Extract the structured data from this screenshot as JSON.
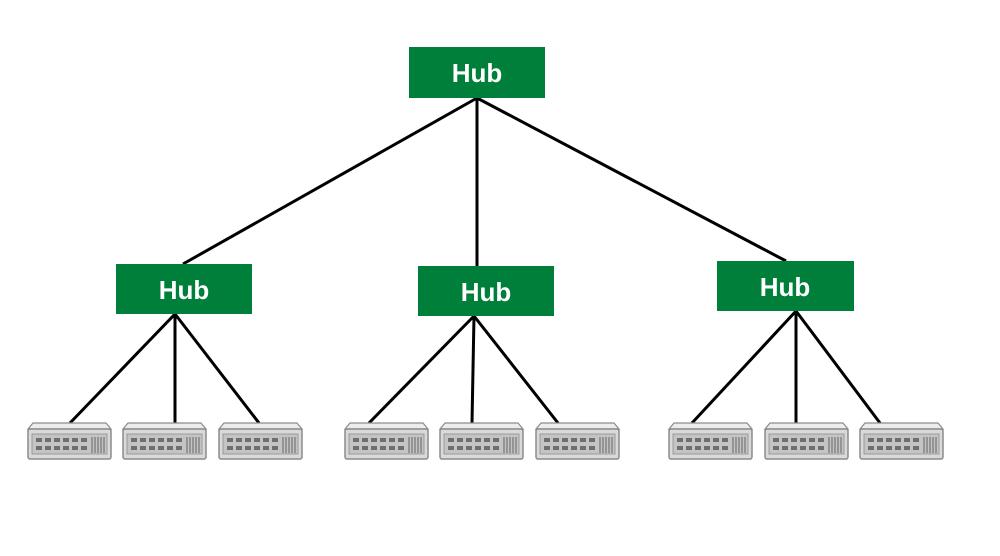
{
  "diagram": {
    "type": "tree-topology",
    "colors": {
      "hub_fill": "#007f3a",
      "hub_text": "#ffffff",
      "link": "#000000",
      "device_body": "#d9d9d9",
      "device_border": "#8c8c8c",
      "device_port": "#6e6e6e"
    },
    "root": {
      "label": "Hub"
    },
    "level2": [
      {
        "label": "Hub",
        "device_count": 3,
        "device_icon": "network-switch-icon"
      },
      {
        "label": "Hub",
        "device_count": 3,
        "device_icon": "network-switch-icon"
      },
      {
        "label": "Hub",
        "device_count": 3,
        "device_icon": "network-switch-icon"
      }
    ]
  }
}
